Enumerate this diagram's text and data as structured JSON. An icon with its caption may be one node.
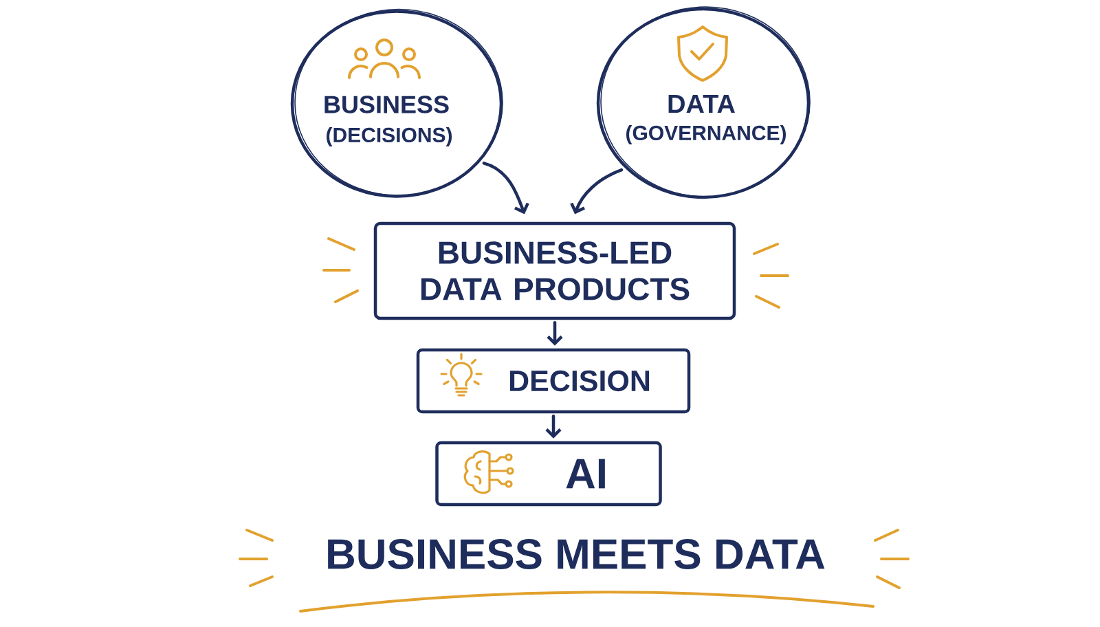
{
  "diagram": {
    "title": "BUSINESS MEETS DATA",
    "nodes": [
      {
        "text": [
          "BUSINESS",
          "(DECISIONS)"
        ]
      },
      {
        "text": [
          "DATA",
          "(GOVERNANCE)"
        ]
      },
      {
        "text": [
          "BUSINESS-LED DATA PRODUCTS"
        ]
      },
      {
        "text": [
          "DECISION"
        ]
      },
      {
        "text": [
          "AI"
        ]
      }
    ],
    "edges": [
      {
        "from": 0,
        "to": 2,
        "arrow": "to"
      },
      {
        "from": 1,
        "to": 2,
        "arrow": "to"
      },
      {
        "from": 2,
        "to": 3,
        "arrow": "to"
      },
      {
        "from": 3,
        "to": 4,
        "arrow": "to"
      }
    ]
  }
}
